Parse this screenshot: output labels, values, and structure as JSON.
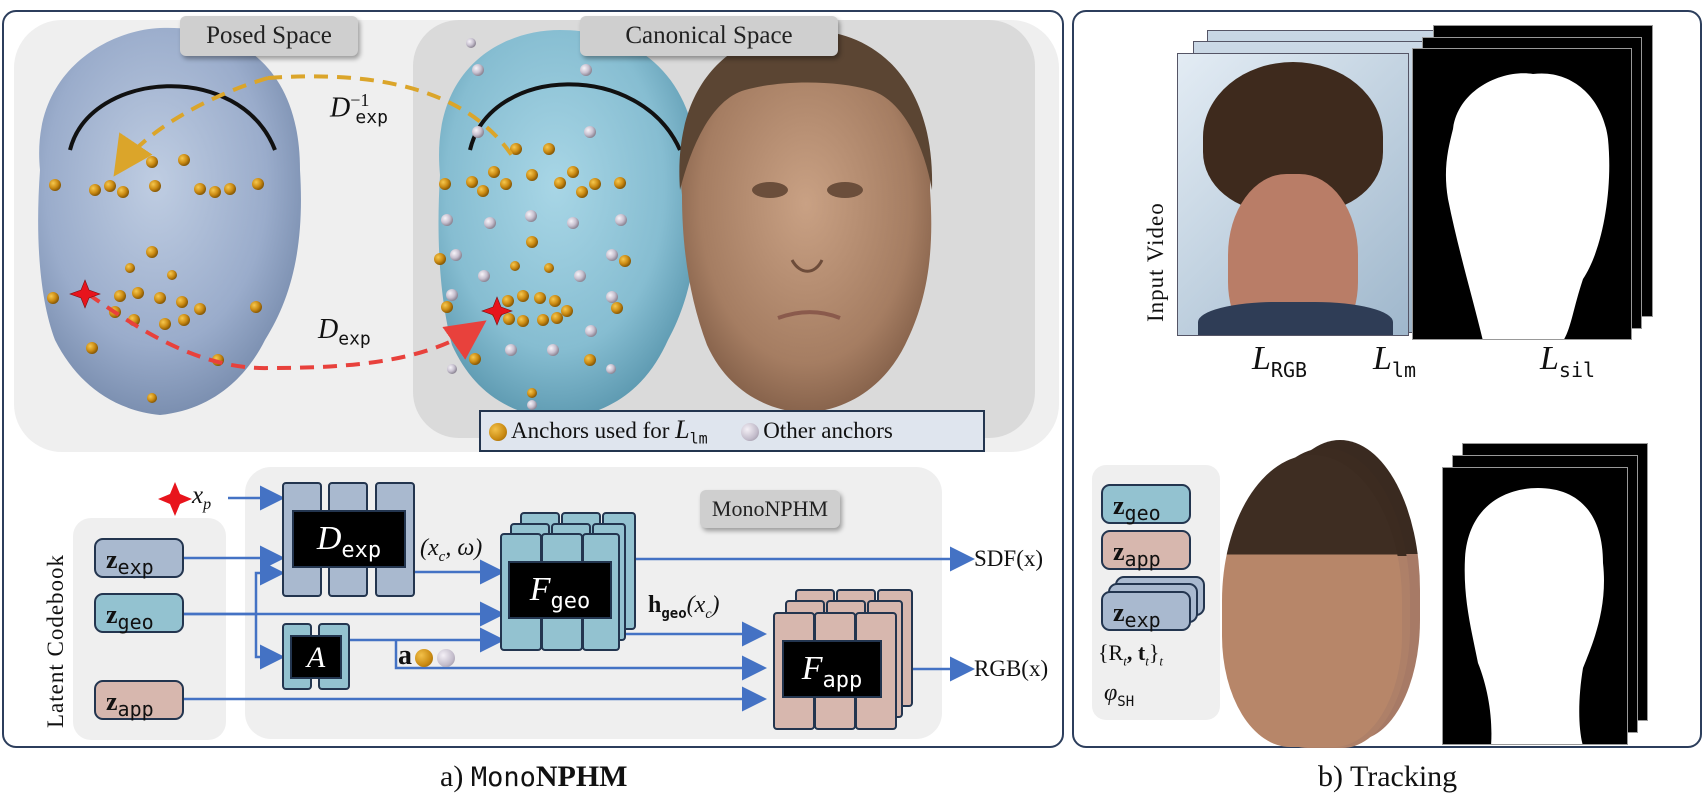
{
  "figure": {
    "panel_a": {
      "caption_prefix": "a)",
      "caption_mono": "Mono",
      "caption_bold": "NPHM",
      "posed_space_label": "Posed Space",
      "canonical_space_label": "Canonical Space",
      "inverse_deformation_label": "D",
      "inverse_deformation_sub": "exp",
      "inverse_deformation_sup": "−1",
      "forward_deformation_label": "D",
      "forward_deformation_sub": "exp",
      "legend": {
        "gold_label": "Anchors used for ",
        "gold_loss_symbol": "L",
        "gold_loss_sub": "lm",
        "grey_label": "Other anchors"
      },
      "architecture": {
        "latent_codebook_label": "Latent Codebook",
        "model_label": "MonoNPHM",
        "input_point": "x",
        "input_point_sub": "p",
        "codes": [
          {
            "symbol": "z",
            "sub": "exp",
            "color": "#a9b9cf"
          },
          {
            "symbol": "z",
            "sub": "geo",
            "color": "#93c2d0"
          },
          {
            "symbol": "z",
            "sub": "app",
            "color": "#d7b7ae"
          }
        ],
        "deformation_net": {
          "symbol": "D",
          "sub": "exp",
          "color": "#a9b9cf"
        },
        "anchor_net": {
          "symbol": "A",
          "color": "#93c2d0"
        },
        "geometry_net": {
          "symbol": "F",
          "sub": "geo",
          "color": "#93c2d0"
        },
        "appearance_net": {
          "symbol": "F",
          "sub": "app",
          "color": "#d7b7ae"
        },
        "canonical_coords_label": "(x",
        "canonical_coords_sub": "c",
        "canonical_coords_tail": ", ω)",
        "anchor_output_label": "a",
        "geo_feature_label": "h",
        "geo_feature_sub": "geo",
        "geo_feature_arg": "(x",
        "geo_feature_arg_sub": "c",
        "geo_feature_close": ")",
        "sdf_output": "SDF(x)",
        "rgb_output": "RGB(x)"
      }
    },
    "panel_b": {
      "caption": "b) Tracking",
      "input_video_label": "Input Video",
      "losses": [
        {
          "symbol": "L",
          "sub": "RGB"
        },
        {
          "symbol": "L",
          "sub": "lm"
        },
        {
          "symbol": "L",
          "sub": "sil"
        }
      ],
      "optimized_params": {
        "codes": [
          {
            "symbol": "z",
            "sub": "geo",
            "color": "#93c2d0"
          },
          {
            "symbol": "z",
            "sub": "app",
            "color": "#d7b7ae"
          },
          {
            "symbol": "z",
            "sub": "exp",
            "color": "#a9b9cf"
          }
        ],
        "pose_label": "{R",
        "pose_sub_t": "t",
        "pose_mid": ", t",
        "pose_close": "}",
        "phi_label": "φ",
        "phi_sub": "SH"
      }
    },
    "colors": {
      "frame_border": "#2c3e5c",
      "arrow_blue": "#4472c4",
      "gold_path": "#dba52a",
      "red_path": "#e8413c",
      "star_red": "#e8141c",
      "posed_head": "#a4b6d2",
      "canonical_head": "#8fc3d6",
      "background_soft": "#efefef",
      "canonical_bg": "#dadada"
    }
  }
}
